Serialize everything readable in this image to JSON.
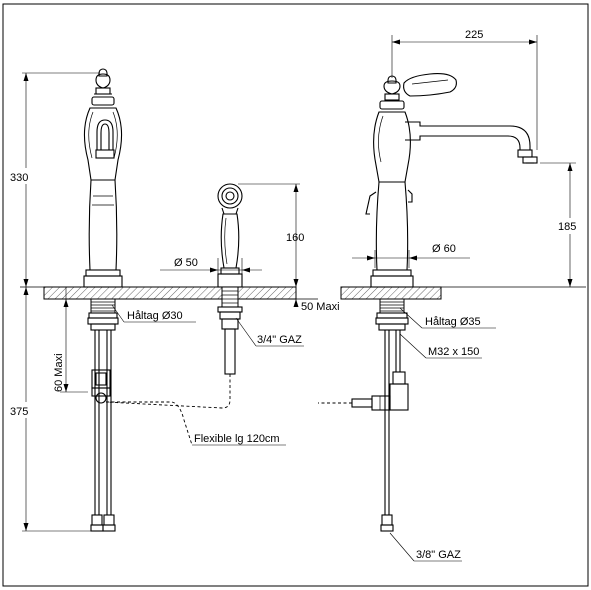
{
  "dimensions": {
    "d225": "225",
    "d330": "330",
    "d185": "185",
    "d160": "160",
    "d375": "375",
    "phi50": "Ø 50",
    "phi60": "Ø 60",
    "maxi50": "50 Maxi",
    "maxi60": "60 Maxi"
  },
  "callouts": {
    "haltag30": "Håltag Ø30",
    "haltag35": "Håltag Ø35",
    "gaz34": "3/4\" GAZ",
    "gaz38": "3/8\" GAZ",
    "m32": "M32 x 150",
    "flexible": "Flexible lg 120cm"
  }
}
